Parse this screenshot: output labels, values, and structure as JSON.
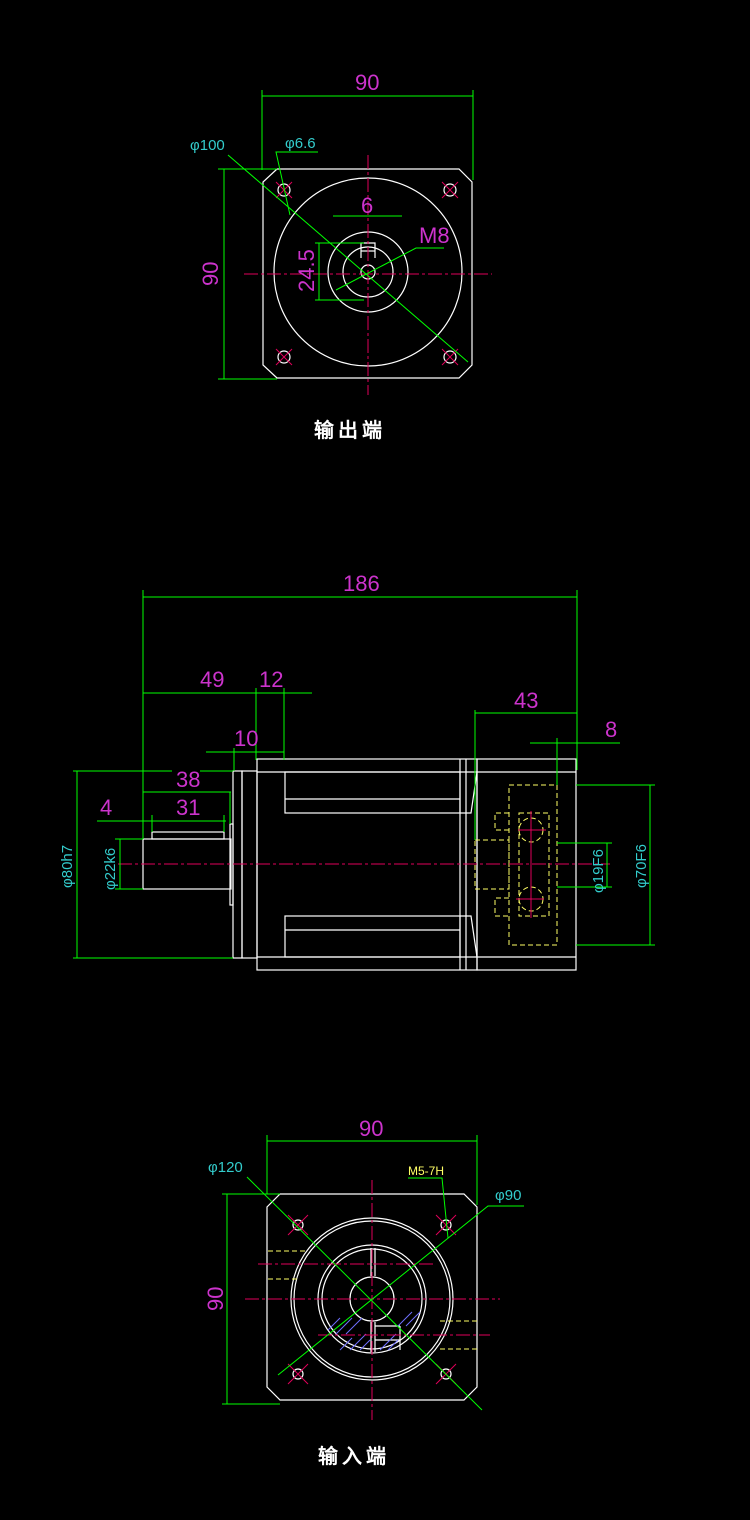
{
  "drawing": {
    "title": "Gearbox dimension drawing",
    "colors": {
      "background": "#000000",
      "outline": "#ffffff",
      "dimension": "#00ff00",
      "centerline": "#e0005a",
      "dim_text_primary": "#cc33cc",
      "dim_text_diameter": "#33cccc",
      "hidden_line": "#ffff66"
    },
    "output_view": {
      "caption": "输出端",
      "width": "90",
      "height": "90",
      "bolt_circle": "φ100",
      "hole": "φ6.6",
      "key_width": "6",
      "shaft_height": "24.5",
      "thread": "M8"
    },
    "side_view": {
      "overall_length": "186",
      "dim_49": "49",
      "dim_12": "12",
      "dim_10": "10",
      "dim_38": "38",
      "dim_31": "31",
      "dim_4": "4",
      "dim_43": "43",
      "dim_8": "8",
      "pilot_diameter": "φ80h7",
      "shaft_diameter": "φ22k6",
      "input_bore": "φ19F6",
      "input_pilot": "φ70F6"
    },
    "input_view": {
      "caption": "输入端",
      "width": "90",
      "height": "90",
      "outer_circle": "φ120",
      "bolt_circle": "φ90",
      "thread": "M5-7H"
    }
  }
}
